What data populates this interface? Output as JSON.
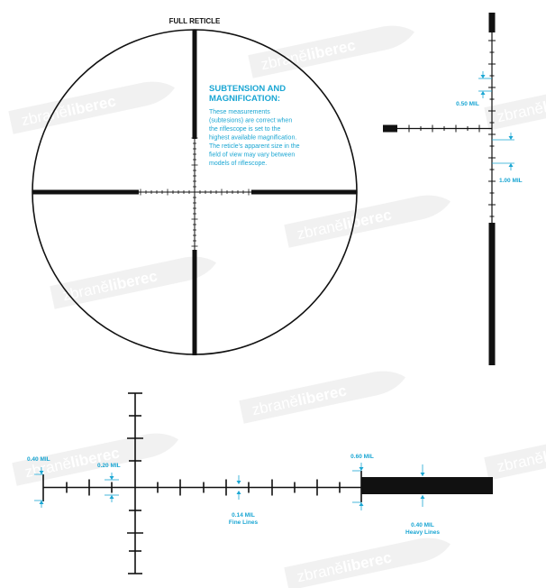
{
  "colors": {
    "ink": "#111111",
    "accent": "#1aa6d3",
    "watermark": "#cfcfcf"
  },
  "title": "FULL RETICLE",
  "note": {
    "heading": [
      "SUBTENSION AND",
      "MAGNIFICATION:"
    ],
    "body": [
      "These measurements",
      "(subtesions) are correct when",
      "the riflescope is set to the",
      "highest available magnification.",
      "The reticle's apparent size in the",
      "field of view may vary between",
      "models of riflescope."
    ]
  },
  "labels": {
    "v_050": "0.50 MIL",
    "v_100": "1.00 MIL",
    "h_040": "0.40 MIL",
    "h_020": "0.20 MIL",
    "h_014": "0.14 MIL",
    "h_fine": "Fine Lines",
    "h_060": "0.60 MIL",
    "h_040b": "0.40 MIL",
    "h_heavy": "Heavy Lines"
  },
  "watermark": {
    "part1": "zbraně",
    "part2": "liberec"
  }
}
